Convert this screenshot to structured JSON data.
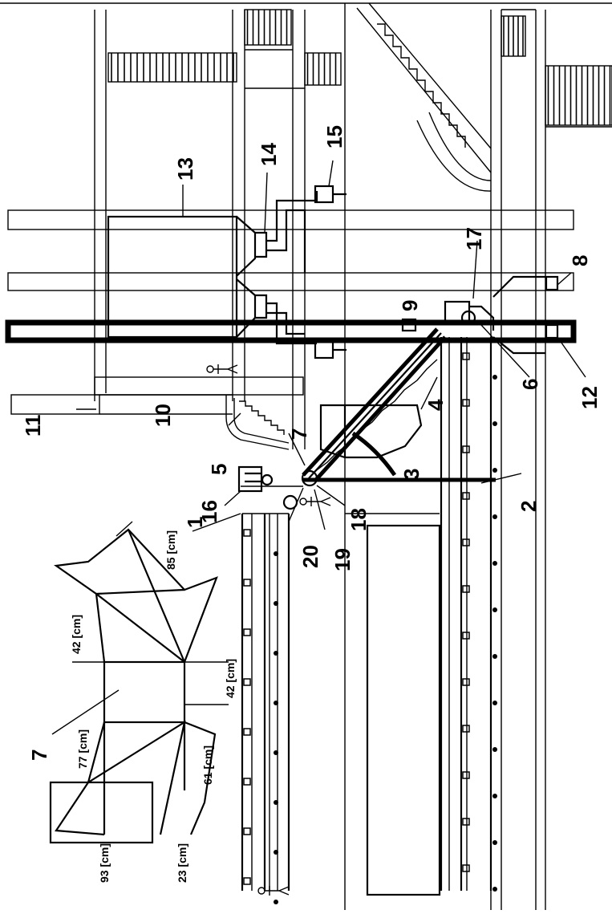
{
  "labels": {
    "l1": "1",
    "l2": "2",
    "l3": "3",
    "l4": "4",
    "l5": "5",
    "l6": "6",
    "l7a": "7",
    "l7b": "7",
    "l8": "8",
    "l9": "9",
    "l10": "10",
    "l11": "11",
    "l12": "12",
    "l13": "13",
    "l14": "14",
    "l15": "15",
    "l16": "16",
    "l17": "17",
    "l18": "18",
    "l19": "19",
    "l20": "20"
  },
  "dimensions": {
    "d85": "85 [cm]",
    "d42a": "42 [cm]",
    "d42b": "42 [cm]",
    "d77": "77 [cm]",
    "d61": "61 [cm]",
    "d23": "23 [cm]",
    "d93": "93 [cm]"
  }
}
